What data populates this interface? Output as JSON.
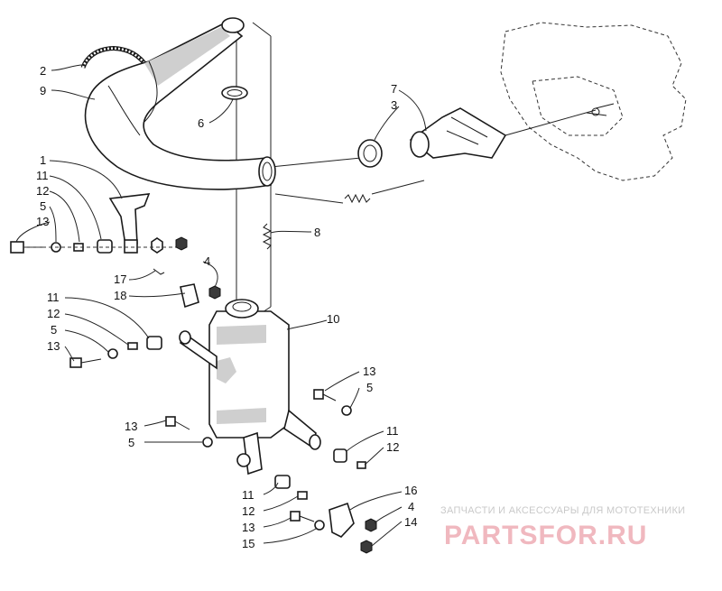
{
  "labels": [
    {
      "id": "2",
      "text": "2"
    },
    {
      "id": "9",
      "text": "9"
    },
    {
      "id": "6",
      "text": "6"
    },
    {
      "id": "7",
      "text": "7"
    },
    {
      "id": "3",
      "text": "3"
    },
    {
      "id": "1",
      "text": "1"
    },
    {
      "id": "11a",
      "text": "11"
    },
    {
      "id": "12a",
      "text": "12"
    },
    {
      "id": "5a",
      "text": "5"
    },
    {
      "id": "13a",
      "text": "13"
    },
    {
      "id": "8",
      "text": "8"
    },
    {
      "id": "4a",
      "text": "4"
    },
    {
      "id": "17",
      "text": "17"
    },
    {
      "id": "18",
      "text": "18"
    },
    {
      "id": "10",
      "text": "10"
    },
    {
      "id": "11b",
      "text": "11"
    },
    {
      "id": "12b",
      "text": "12"
    },
    {
      "id": "5b",
      "text": "5"
    },
    {
      "id": "13b",
      "text": "13"
    },
    {
      "id": "13c",
      "text": "13"
    },
    {
      "id": "5c",
      "text": "5"
    },
    {
      "id": "13d",
      "text": "13"
    },
    {
      "id": "5d",
      "text": "5"
    },
    {
      "id": "11c",
      "text": "11"
    },
    {
      "id": "12c",
      "text": "12"
    },
    {
      "id": "11d",
      "text": "11"
    },
    {
      "id": "12d",
      "text": "12"
    },
    {
      "id": "16",
      "text": "16"
    },
    {
      "id": "4b",
      "text": "4"
    },
    {
      "id": "13e",
      "text": "13"
    },
    {
      "id": "14",
      "text": "14"
    },
    {
      "id": "15",
      "text": "15"
    }
  ],
  "watermark": {
    "caption": "ЗАПЧАСТИ И АКСЕССУАРЫ ДЛЯ МОТОТЕХНИКИ",
    "logo": "PARTSFOR.RU"
  }
}
